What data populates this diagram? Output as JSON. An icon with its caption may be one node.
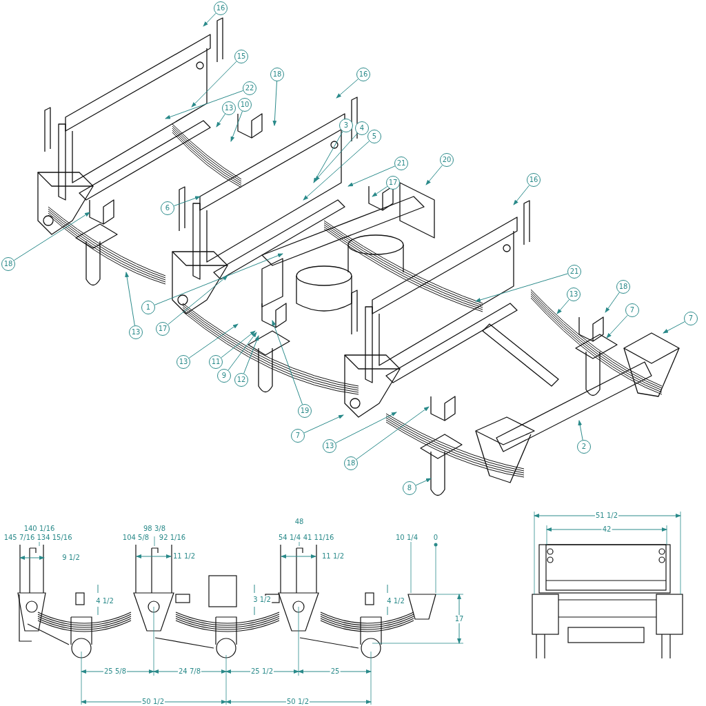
{
  "diagram": {
    "nodes": [
      {
        "text": [
          "16"
        ]
      },
      {
        "text": [
          "15"
        ]
      },
      {
        "text": [
          "18"
        ]
      },
      {
        "text": [
          "22"
        ]
      },
      {
        "text": [
          "13"
        ]
      },
      {
        "text": [
          "10"
        ]
      },
      {
        "text": [
          "16"
        ]
      },
      {
        "text": [
          "3"
        ]
      },
      {
        "text": [
          "4"
        ]
      },
      {
        "text": [
          "5"
        ]
      },
      {
        "text": [
          "21"
        ]
      },
      {
        "text": [
          "20"
        ]
      },
      {
        "text": [
          "17"
        ]
      },
      {
        "text": [
          "6"
        ]
      },
      {
        "text": [
          "16"
        ]
      },
      {
        "text": [
          "18"
        ]
      },
      {
        "text": [
          "1"
        ]
      },
      {
        "text": [
          "21"
        ]
      },
      {
        "text": [
          "13"
        ]
      },
      {
        "text": [
          "17"
        ]
      },
      {
        "text": [
          "13"
        ]
      },
      {
        "text": [
          "18"
        ]
      },
      {
        "text": [
          "7"
        ]
      },
      {
        "text": [
          "7"
        ]
      },
      {
        "text": [
          "13"
        ]
      },
      {
        "text": [
          "11"
        ]
      },
      {
        "text": [
          "9"
        ]
      },
      {
        "text": [
          "12"
        ]
      },
      {
        "text": [
          "19"
        ]
      },
      {
        "text": [
          "7"
        ]
      },
      {
        "text": [
          "13"
        ]
      },
      {
        "text": [
          "18"
        ]
      },
      {
        "text": [
          "2"
        ]
      },
      {
        "text": [
          "8"
        ]
      }
    ],
    "edges": [
      {
        "from": 0,
        "to": null,
        "arrow": "to"
      },
      {
        "from": 1,
        "to": null,
        "arrow": "to"
      },
      {
        "from": 2,
        "to": null,
        "arrow": "to"
      },
      {
        "from": 3,
        "to": null,
        "arrow": "to"
      },
      {
        "from": 4,
        "to": null,
        "arrow": "to"
      },
      {
        "from": 5,
        "to": null,
        "arrow": "to"
      },
      {
        "from": 6,
        "to": null,
        "arrow": "to"
      },
      {
        "from": 7,
        "to": null,
        "arrow": "to"
      },
      {
        "from": 8,
        "to": null,
        "arrow": "to"
      },
      {
        "from": 9,
        "to": null,
        "arrow": "to"
      },
      {
        "from": 10,
        "to": null,
        "arrow": "to"
      },
      {
        "from": 11,
        "to": null,
        "arrow": "to"
      },
      {
        "from": 12,
        "to": null,
        "arrow": "to"
      },
      {
        "from": 13,
        "to": null,
        "arrow": "to"
      },
      {
        "from": 14,
        "to": null,
        "arrow": "to"
      },
      {
        "from": 15,
        "to": null,
        "arrow": "to"
      },
      {
        "from": 16,
        "to": null,
        "arrow": "to"
      },
      {
        "from": 17,
        "to": null,
        "arrow": "to"
      },
      {
        "from": 18,
        "to": null,
        "arrow": "to"
      },
      {
        "from": 19,
        "to": null,
        "arrow": "to"
      },
      {
        "from": 20,
        "to": null,
        "arrow": "to"
      },
      {
        "from": 21,
        "to": null,
        "arrow": "to"
      },
      {
        "from": 22,
        "to": null,
        "arrow": "to"
      },
      {
        "from": 23,
        "to": null,
        "arrow": "to"
      },
      {
        "from": 24,
        "to": null,
        "arrow": "to"
      },
      {
        "from": 25,
        "to": null,
        "arrow": "to"
      },
      {
        "from": 26,
        "to": null,
        "arrow": "to"
      },
      {
        "from": 27,
        "to": null,
        "arrow": "to"
      },
      {
        "from": 28,
        "to": null,
        "arrow": "to"
      },
      {
        "from": 29,
        "to": null,
        "arrow": "to"
      },
      {
        "from": 30,
        "to": null,
        "arrow": "to"
      },
      {
        "from": 31,
        "to": null,
        "arrow": "to"
      },
      {
        "from": 32,
        "to": null,
        "arrow": "to"
      },
      {
        "from": 33,
        "to": null,
        "arrow": "to"
      }
    ],
    "labels": [
      "140 1/16",
      "145 7/16",
      "134 15/16",
      "9 1/2",
      "98 3/8",
      "104 5/8",
      "92 1/16",
      "11 1/2",
      "54 1/4",
      "48",
      "41 11/16",
      "11 1/2",
      "10 1/4",
      "0",
      "4 1/2",
      "3 1/2",
      "4 1/2",
      "17",
      "25 5/8",
      "24 7/8",
      "25 1/2",
      "25",
      "50 1/2",
      "50 1/2",
      "51 1/2",
      "42"
    ]
  }
}
